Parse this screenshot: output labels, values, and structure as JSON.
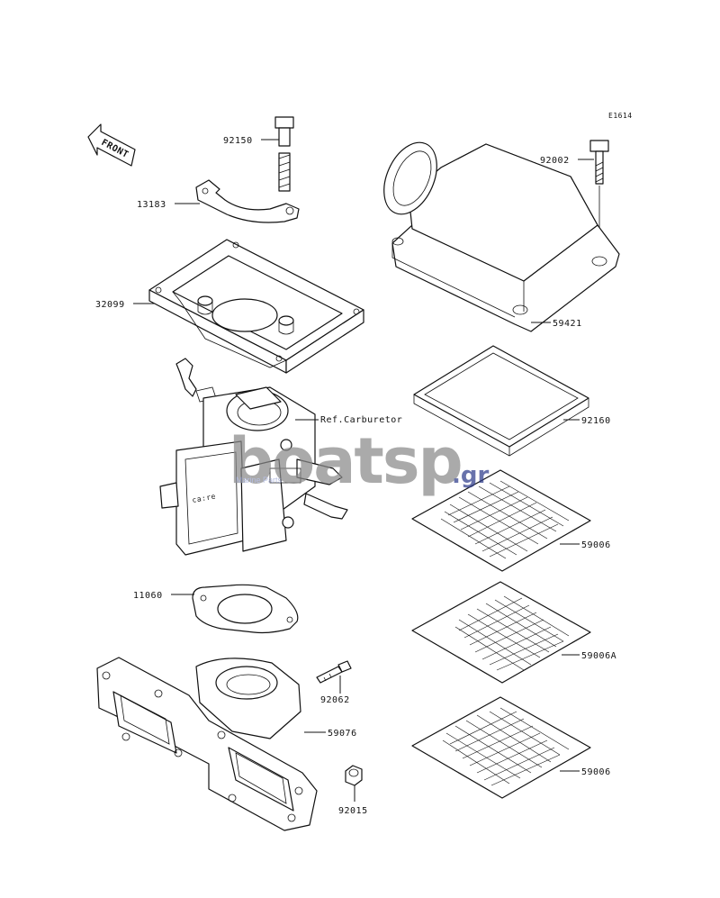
{
  "diagram_id": "E1614",
  "front_label": "FRONT",
  "watermark": {
    "main": "boatsp",
    "tld": ".gr",
    "sub": "Marine Parts"
  },
  "callouts": {
    "p92150": "92150",
    "p13183": "13183",
    "p32099": "32099",
    "p_carb": "Ref.Carburetor",
    "p11060": "11060",
    "p92062": "92062",
    "p59076": "59076",
    "p92015": "92015",
    "p92002": "92002",
    "p59421": "59421",
    "p92160": "92160",
    "p59006a": "59006",
    "p59006A": "59006A",
    "p59006b": "59006"
  },
  "colors": {
    "line": "#111111",
    "watermark_gray": "#8a8a8a",
    "watermark_blue": "#2f3d8c"
  }
}
